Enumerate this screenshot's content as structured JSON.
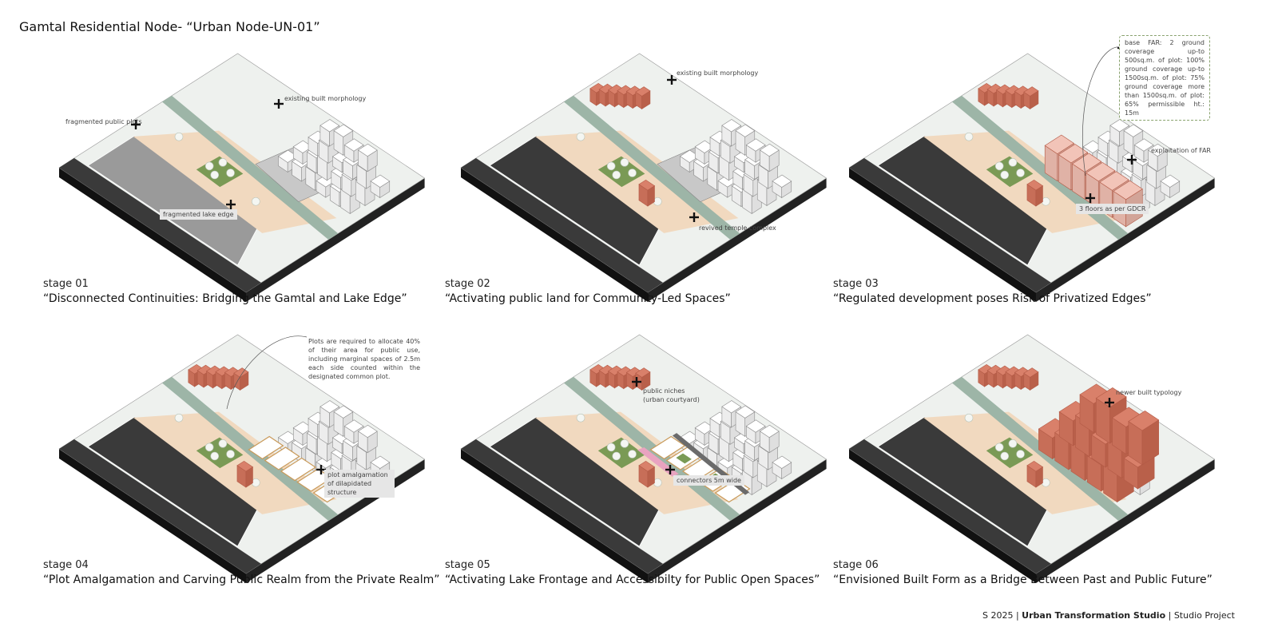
{
  "title": "Gamtal Residential Node- “Urban Node-UN-01”",
  "colors": {
    "brick": "#d9806a",
    "brick_dark": "#b35a46",
    "sage": "#9db5a7",
    "sage_dark": "#6f8c7c",
    "sand": "#f1d9bf",
    "asphalt": "#3a3a3a",
    "lake": "#9a9a9a",
    "green": "#7a9a55",
    "plaza": "#c8c8c8",
    "building": "#ffffff"
  },
  "stages": [
    {
      "label": "stage 01",
      "caption": "“Disconnected Continuities: Bridging the Gamtal and Lake Edge”",
      "annotations": [
        "existing built morphology",
        "fragmented public plots",
        "fragmented lake edge"
      ]
    },
    {
      "label": "stage 02",
      "caption": "“Activating public land for Community-Led Spaces”",
      "annotations": [
        "existing built morphology",
        "revived temple complex"
      ]
    },
    {
      "label": "stage 03",
      "caption": "“Regulated development poses Risk of Privatized Edges”",
      "annotations": [
        "exploitation of FAR",
        "3 floors as per GDCR"
      ],
      "regulation_box": "base FAR: 2 ground coverage up-to 500sq.m. of plot: 100% ground coverage up-to 1500sq.m. of plot: 75% ground coverage more than 1500sq.m. of plot: 65% permissible ht.: 15m"
    },
    {
      "label": "stage 04",
      "caption": "“Plot Amalgamation and Carving Public Realm from the Private Realm”",
      "annotations": [
        "plot amalgamation of dilapidated structure"
      ],
      "note": "Plots are required to allocate 40% of their area for public use, including marginal spaces of 2.5m each side counted within the designated common plot."
    },
    {
      "label": "stage 05",
      "caption": "“Activating Lake Frontage and Accessibilty for Public Open Spaces”",
      "annotations": [
        "public niches (urban courtyard)",
        "connectors 5m wide"
      ]
    },
    {
      "label": "stage 06",
      "caption": "“Envisioned Built Form as a Bridge Between Past and Public Future”",
      "annotations": [
        "newer built typology"
      ]
    }
  ],
  "footer": {
    "prefix": "S 2025 |",
    "studio": "Urban Transformation Studio",
    "suffix": "| Studio Project"
  }
}
